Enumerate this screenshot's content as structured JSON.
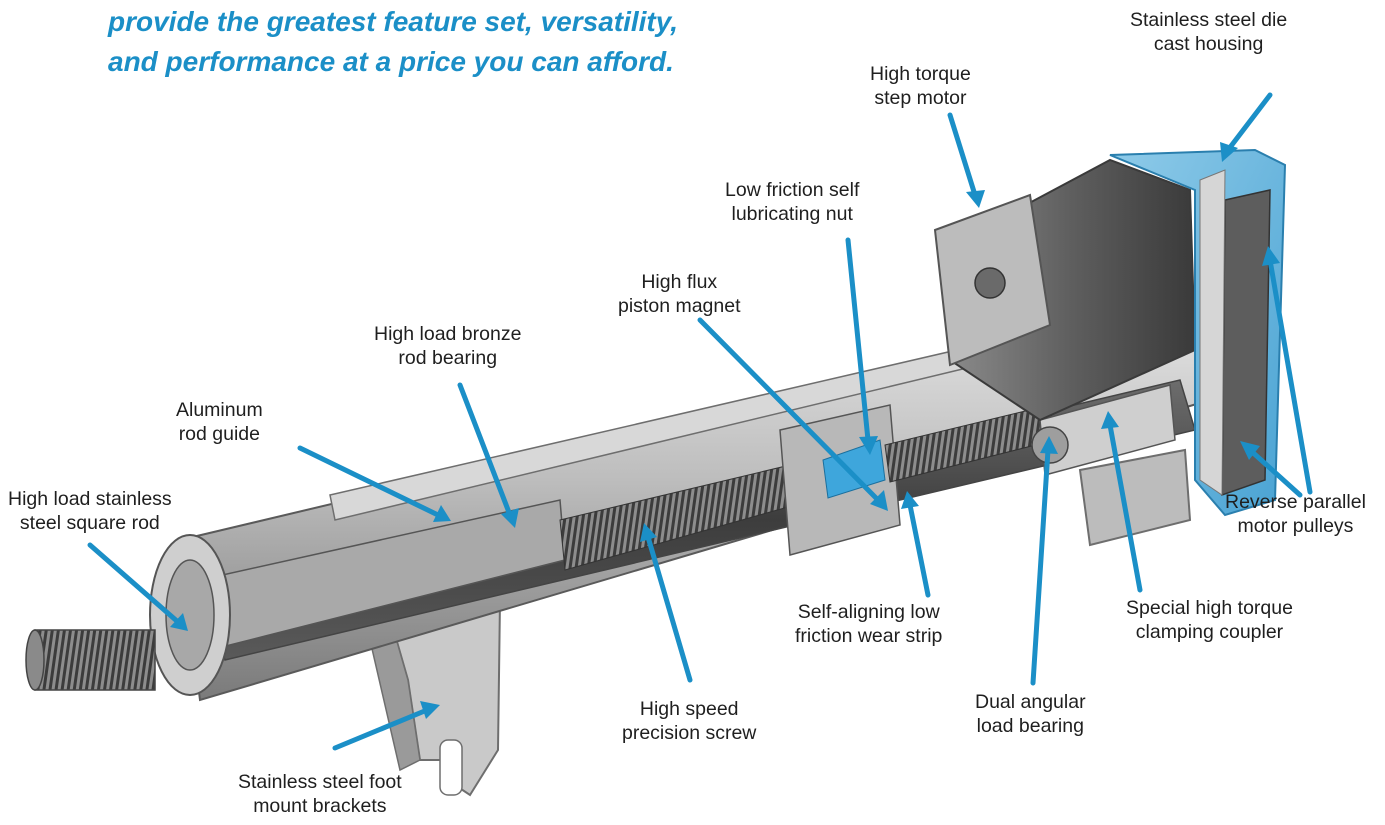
{
  "headline": [
    "provide the greatest feature set, versatility,",
    "and performance at a price you can afford."
  ],
  "accent_color": "#1b8fc7",
  "labels": [
    {
      "name": "label-stainless-steel-die-cast-housing",
      "lines": [
        "Stainless steel die",
        "cast housing"
      ]
    },
    {
      "name": "label-high-torque-step-motor",
      "lines": [
        "High torque",
        "step motor"
      ]
    },
    {
      "name": "label-low-friction-self-lubricating-nut",
      "lines": [
        "Low friction self",
        "lubricating nut"
      ]
    },
    {
      "name": "label-high-flux-piston-magnet",
      "lines": [
        "High flux",
        "piston magnet"
      ]
    },
    {
      "name": "label-high-load-bronze-rod-bearing",
      "lines": [
        "High load bronze",
        "rod bearing"
      ]
    },
    {
      "name": "label-aluminum-rod-guide",
      "lines": [
        "Aluminum",
        "rod guide"
      ]
    },
    {
      "name": "label-high-load-stainless-steel-square-rod",
      "lines": [
        "High load stainless",
        "steel square rod"
      ]
    },
    {
      "name": "label-reverse-parallel-motor-pulleys",
      "lines": [
        "Reverse parallel",
        "motor pulleys"
      ]
    },
    {
      "name": "label-special-high-torque-clamping-coupler",
      "lines": [
        "Special high torque",
        "clamping coupler"
      ]
    },
    {
      "name": "label-self-aligning-low-friction-wear-strip",
      "lines": [
        "Self-aligning low",
        "friction wear strip"
      ]
    },
    {
      "name": "label-dual-angular-load-bearing",
      "lines": [
        "Dual angular",
        "load bearing"
      ]
    },
    {
      "name": "label-high-speed-precision-screw",
      "lines": [
        "High speed",
        "precision screw"
      ]
    },
    {
      "name": "label-stainless-steel-foot-mount-brackets",
      "lines": [
        "Stainless steel foot",
        "mount brackets"
      ]
    }
  ]
}
